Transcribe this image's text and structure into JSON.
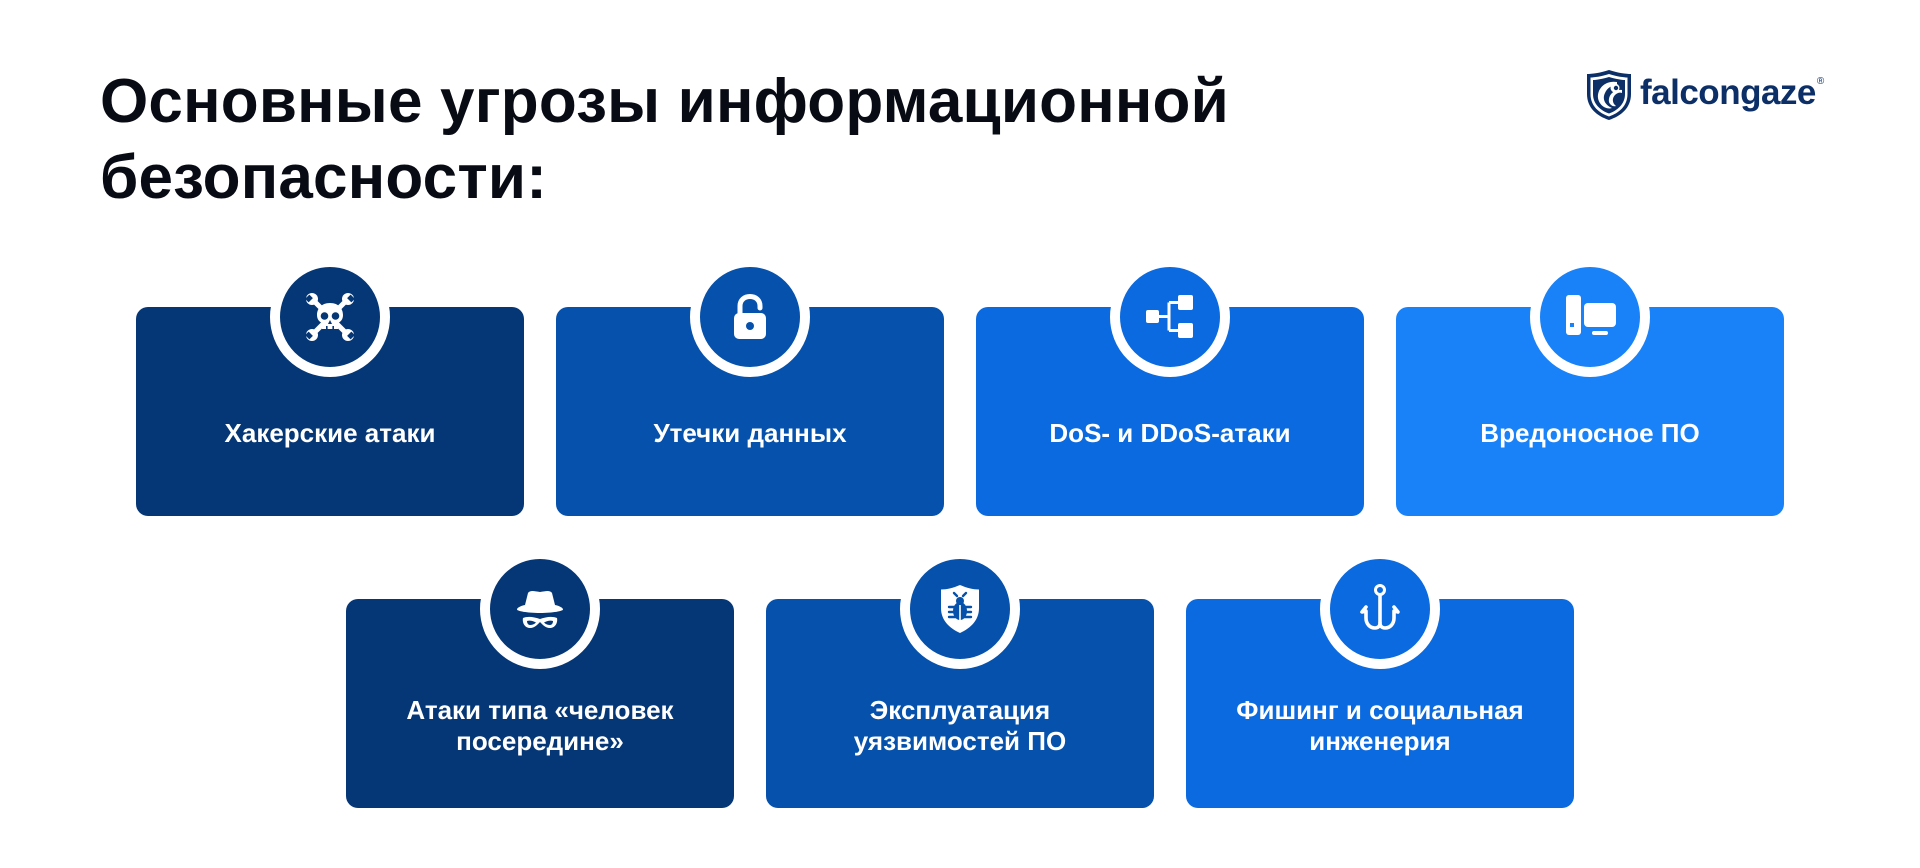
{
  "header": {
    "title_line1": "Основные угрозы информационной",
    "title_line2": "безопасности:"
  },
  "logo": {
    "icon": "falcon-shield-icon",
    "text": "falcongaze",
    "registered": "®"
  },
  "colors": {
    "title": "#080b14",
    "logo": "#0b2f66",
    "shade1": "#053776",
    "shade2": "#0651ab",
    "shade3": "#0b6adf",
    "shade4": "#1a82f8"
  },
  "cards": [
    {
      "icon": "skull-crossed-wrenches-icon",
      "label_line1": "Хакерские атаки",
      "label_line2": "",
      "color": "#053776"
    },
    {
      "icon": "unlocked-padlock-icon",
      "label_line1": "Утечки данных",
      "label_line2": "",
      "color": "#0651ab"
    },
    {
      "icon": "network-hierarchy-icon",
      "label_line1": "DoS- и DDoS-атаки",
      "label_line2": "",
      "color": "#0b6adf"
    },
    {
      "icon": "desktop-computer-icon",
      "label_line1": "Вредоносное ПО",
      "label_line2": "",
      "color": "#1a82f8"
    },
    {
      "icon": "spy-hat-mask-icon",
      "label_line1": "Атаки типа «человек",
      "label_line2": "посередине»",
      "color": "#053776"
    },
    {
      "icon": "shield-bug-icon",
      "label_line1": "Эксплуатация",
      "label_line2": "уязвимостей ПО",
      "color": "#0651ab"
    },
    {
      "icon": "fishing-hook-icon",
      "label_line1": "Фишинг и социальная",
      "label_line2": "инженерия",
      "color": "#0b6adf"
    }
  ]
}
